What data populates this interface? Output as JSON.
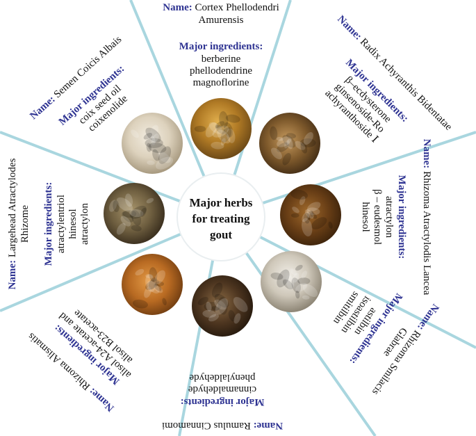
{
  "center": {
    "lines": [
      "Major herbs",
      "for treating",
      "gout"
    ]
  },
  "labels": {
    "name": "Name:",
    "ingredients": "Major ingredients:"
  },
  "colors": {
    "divider": "#a9d6df",
    "label": "#2e3392",
    "text": "#111111"
  },
  "herbs": [
    {
      "name_lines": [
        "Cortex Phellodendri",
        "Amurensis"
      ],
      "ingredients": [
        "berberine",
        "phellodendrine",
        "magnoflorine"
      ]
    },
    {
      "name_lines": [
        "Radix Achyranthis Bidentatae"
      ],
      "ingredients": [
        "β–ecdysterone",
        "ginsenoside-Ro",
        "achyranthoside Ⅰ"
      ]
    },
    {
      "name_lines": [
        "Rhizoma Atractylodis Lancea"
      ],
      "ingredients": [
        "atractylon",
        "β – eudesmol",
        "hinesol"
      ]
    },
    {
      "name_lines": [
        "Rhizoma Smilacis",
        "Glabrae"
      ],
      "ingredients": [
        "astilbin",
        "isoastilbin",
        "smitilbin"
      ]
    },
    {
      "name_lines": [
        "Ramulus Cinnamomi"
      ],
      "ingredients": [
        "cinnamaldehyde",
        "phenylaldehyde"
      ]
    },
    {
      "name_lines": [
        "Rhizoma Alismatis"
      ],
      "ingredients": [
        "alisol A24-acetate and",
        "alisol B23-acetate"
      ]
    },
    {
      "name_lines": [
        "Largehead Atractylodes",
        "Rhizome"
      ],
      "ingredients": [
        "atractylentriol",
        "hinesol",
        "atractylon"
      ]
    },
    {
      "name_lines": [
        "Semen Coicis Albais"
      ],
      "ingredients": [
        "coix seed oil",
        "coixenolide"
      ]
    }
  ]
}
